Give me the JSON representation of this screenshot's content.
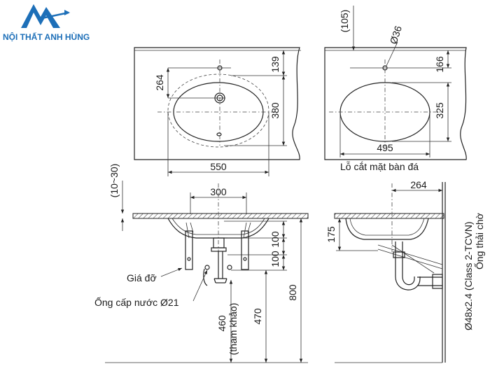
{
  "brand": {
    "name": "NỘI THẤT ANH HÙNG",
    "logo_icon": "mountain-logo-icon",
    "color": "#1d6fb8"
  },
  "top_left_view": {
    "dims": {
      "height_264": "264",
      "height_139": "139",
      "height_380": "380",
      "width_550": "550"
    }
  },
  "top_right_view": {
    "dims": {
      "d105": "(105)",
      "d36": "Ø36",
      "d166": "166",
      "d325": "325",
      "d495": "495"
    },
    "caption": "Lỗ cắt mặt bàn đá"
  },
  "bottom_left_view": {
    "dims": {
      "d10_30": "(10~30)",
      "d300": "300",
      "d100a": "100",
      "d100b": "100",
      "d800": "800",
      "d470": "470",
      "d460": "460",
      "ref": "(tham khảo)"
    },
    "labels": {
      "bracket": "Giá đỡ",
      "supply_pipe": "Ống cấp nước Ø21"
    }
  },
  "bottom_right_view": {
    "dims": {
      "d264": "264",
      "d175": "175"
    },
    "labels": {
      "drain_spec": "Ø48x2.4 (Class 2-TCVN)",
      "drain_pipe": "Ống thải chờ"
    }
  }
}
